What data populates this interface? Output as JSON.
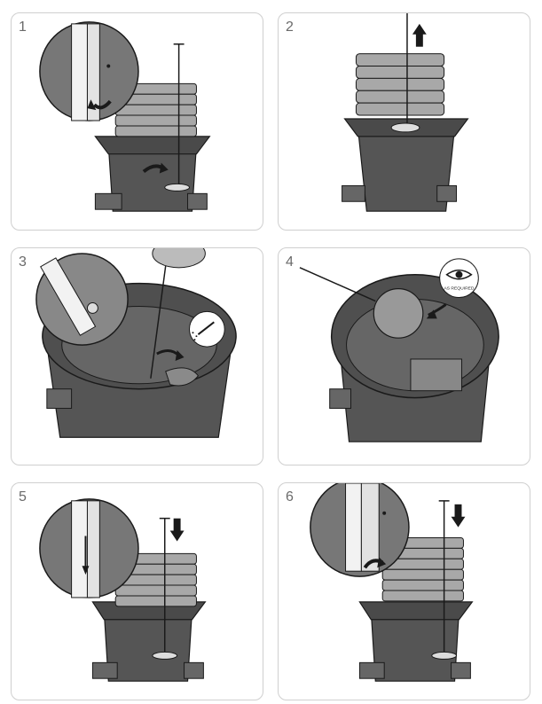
{
  "steps": [
    {
      "number": "1"
    },
    {
      "number": "2"
    },
    {
      "number": "3"
    },
    {
      "number": "4",
      "badge_text": "AS REQUIRED"
    },
    {
      "number": "5"
    },
    {
      "number": "6"
    }
  ],
  "colors": {
    "chamber_dark": "#555555",
    "riser_light": "#a8a8a8",
    "outline": "#1a1a1a",
    "panel_border": "#cfcfcf",
    "arrow": "#1a1a1a"
  },
  "icons": [
    "up-arrow-icon",
    "down-arrow-icon",
    "curved-arrow-icon",
    "eye-icon",
    "spray-icon"
  ]
}
